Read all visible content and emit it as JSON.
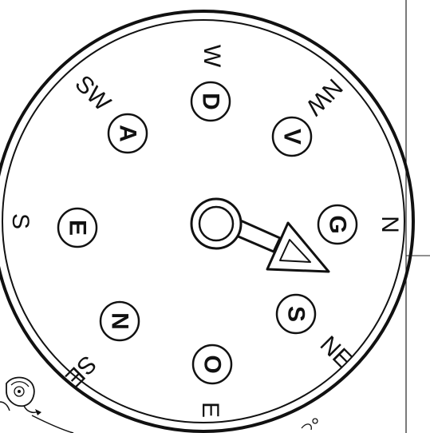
{
  "compass": {
    "directions": {
      "N": "N",
      "NE": "NE",
      "E": "E",
      "SE": "SE",
      "S": "S",
      "SW": "SW",
      "W": "W",
      "NW": "NW"
    },
    "letters": {
      "N": "G",
      "NE": "S",
      "E": "O",
      "SE": "N",
      "S": "E",
      "SW": "A",
      "W": "D",
      "NW": "V"
    },
    "pointer_direction": "NE"
  }
}
